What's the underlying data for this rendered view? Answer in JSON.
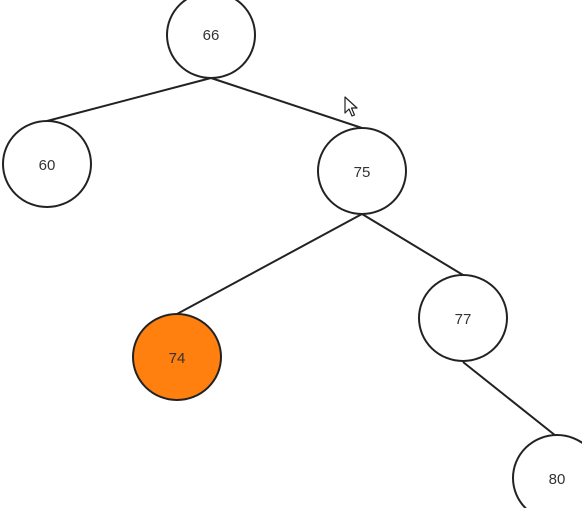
{
  "tree": {
    "nodes": [
      {
        "id": "n66",
        "label": "66",
        "highlighted": false
      },
      {
        "id": "n60",
        "label": "60",
        "highlighted": false
      },
      {
        "id": "n75",
        "label": "75",
        "highlighted": false
      },
      {
        "id": "n74",
        "label": "74",
        "highlighted": true
      },
      {
        "id": "n77",
        "label": "77",
        "highlighted": false
      },
      {
        "id": "n80",
        "label": "80",
        "highlighted": false
      }
    ],
    "edges": [
      {
        "from": "n66",
        "to": "n60"
      },
      {
        "from": "n66",
        "to": "n75"
      },
      {
        "from": "n75",
        "to": "n74"
      },
      {
        "from": "n75",
        "to": "n77"
      },
      {
        "from": "n77",
        "to": "n80"
      }
    ]
  },
  "colors": {
    "highlight_fill": "#ff7f0f",
    "node_fill": "#ffffff",
    "stroke": "#222222"
  },
  "cursor": {
    "icon": "mouse-pointer-icon"
  }
}
